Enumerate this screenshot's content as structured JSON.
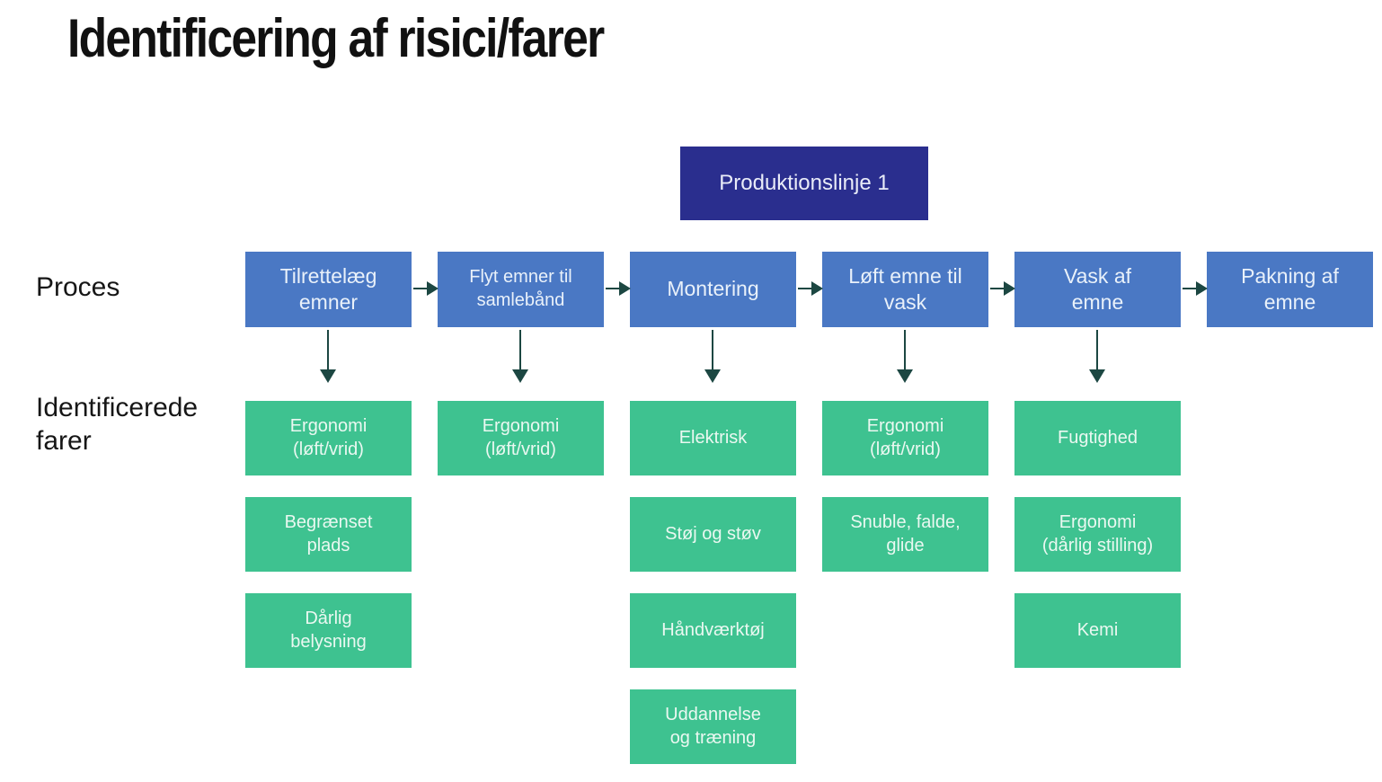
{
  "title": "Identificering af risici/farer",
  "labels": {
    "process_row": "Proces",
    "hazards_row": "Identificerede\nfarer"
  },
  "root_box": {
    "label": "Produktionslinje 1"
  },
  "colors": {
    "root_box_bg": "#2A2E8E",
    "process_box_bg": "#4A78C4",
    "hazard_box_bg": "#3EC290",
    "arrow": "#1C4742",
    "title_text": "#111111",
    "box_text": "#EAF4F5"
  },
  "columns": [
    {
      "process": "Tilrettelæg\nemner",
      "hazards": [
        "Ergonomi\n(løft/vrid)",
        "Begrænset\nplads",
        "Dårlig\nbelysning"
      ]
    },
    {
      "process": "Flyt emner til\nsamlebånd",
      "hazards": [
        "Ergonomi\n(løft/vrid)"
      ]
    },
    {
      "process": "Montering",
      "hazards": [
        "Elektrisk",
        "Støj og støv",
        "Håndværktøj",
        "Uddannelse\nog træning"
      ]
    },
    {
      "process": "Løft emne til\nvask",
      "hazards": [
        "Ergonomi\n(løft/vrid)",
        "Snuble, falde,\nglide"
      ]
    },
    {
      "process": "Vask af\nemne",
      "hazards": [
        "Fugtighed",
        "Ergonomi\n(dårlig stilling)",
        "Kemi"
      ]
    },
    {
      "process": "Pakning af\nemne",
      "hazards": []
    }
  ]
}
